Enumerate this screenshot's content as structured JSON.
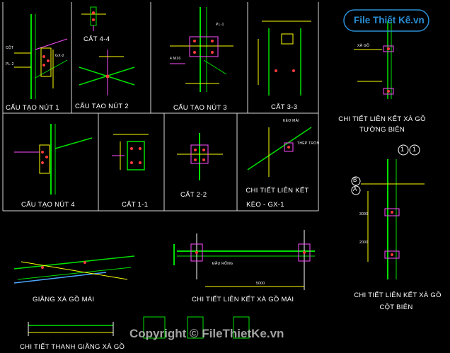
{
  "titles": {
    "nut1": "CẤU TẠO NÚT 1",
    "cat44": "CẮT 4-4",
    "nut2": "CẤU TẠO NÚT 2",
    "nut3": "CẤU TẠO NÚT 3",
    "cat33": "CẮT 3-3",
    "ct_xago_tuong_l1": "CHI TIẾT LIÊN KẾT XÀ GỒ",
    "ct_xago_tuong_l2": "TƯỜNG BIÊN",
    "nut4": "CẤU TẠO NÚT 4",
    "cat11": "CẮT 1-1",
    "cat22": "CẮT 2-2",
    "ct_keo_l1": "CHI TIẾT LIÊN KẾT",
    "ct_keo_l2": "KÈO - GX-1",
    "giang": "GIẰNG XÀ GỒ MÁI",
    "ct_xago_mai": "CHI TIẾT  LIÊN KẾT XÀ GỒ MÁI",
    "ct_cot_l1": "CHI TIẾT  LIÊN KẾT XÀ GỒ",
    "ct_cot_l2": "CỘT BIÊN",
    "ct_thanh": "CHI TIẾT  THANH GIẰNG XÀ GỒ"
  },
  "watermark": "Copyright © FileThietKe.vn",
  "logo": "File Thiết Kế.vn",
  "grid_markers": [
    "1",
    "1",
    "B",
    "A"
  ],
  "drawing_notes": [
    "CỘT",
    "PL-2",
    "GX-2",
    "PL-1",
    "4 M16",
    "XÀ GỒ",
    "THÉP TRÒN",
    "KÈO MÁI",
    "ĐẦU RỐNG",
    "5000",
    "3000",
    "2000"
  ],
  "colors": {
    "background": "#000000",
    "frame": "#d8d8d8",
    "member": "#00e000",
    "dimension": "#ffff00",
    "bolt": "#ff3b3b",
    "section": "#ff4dff",
    "accent": "#4da6ff",
    "watermark": "#d0d0d0"
  }
}
